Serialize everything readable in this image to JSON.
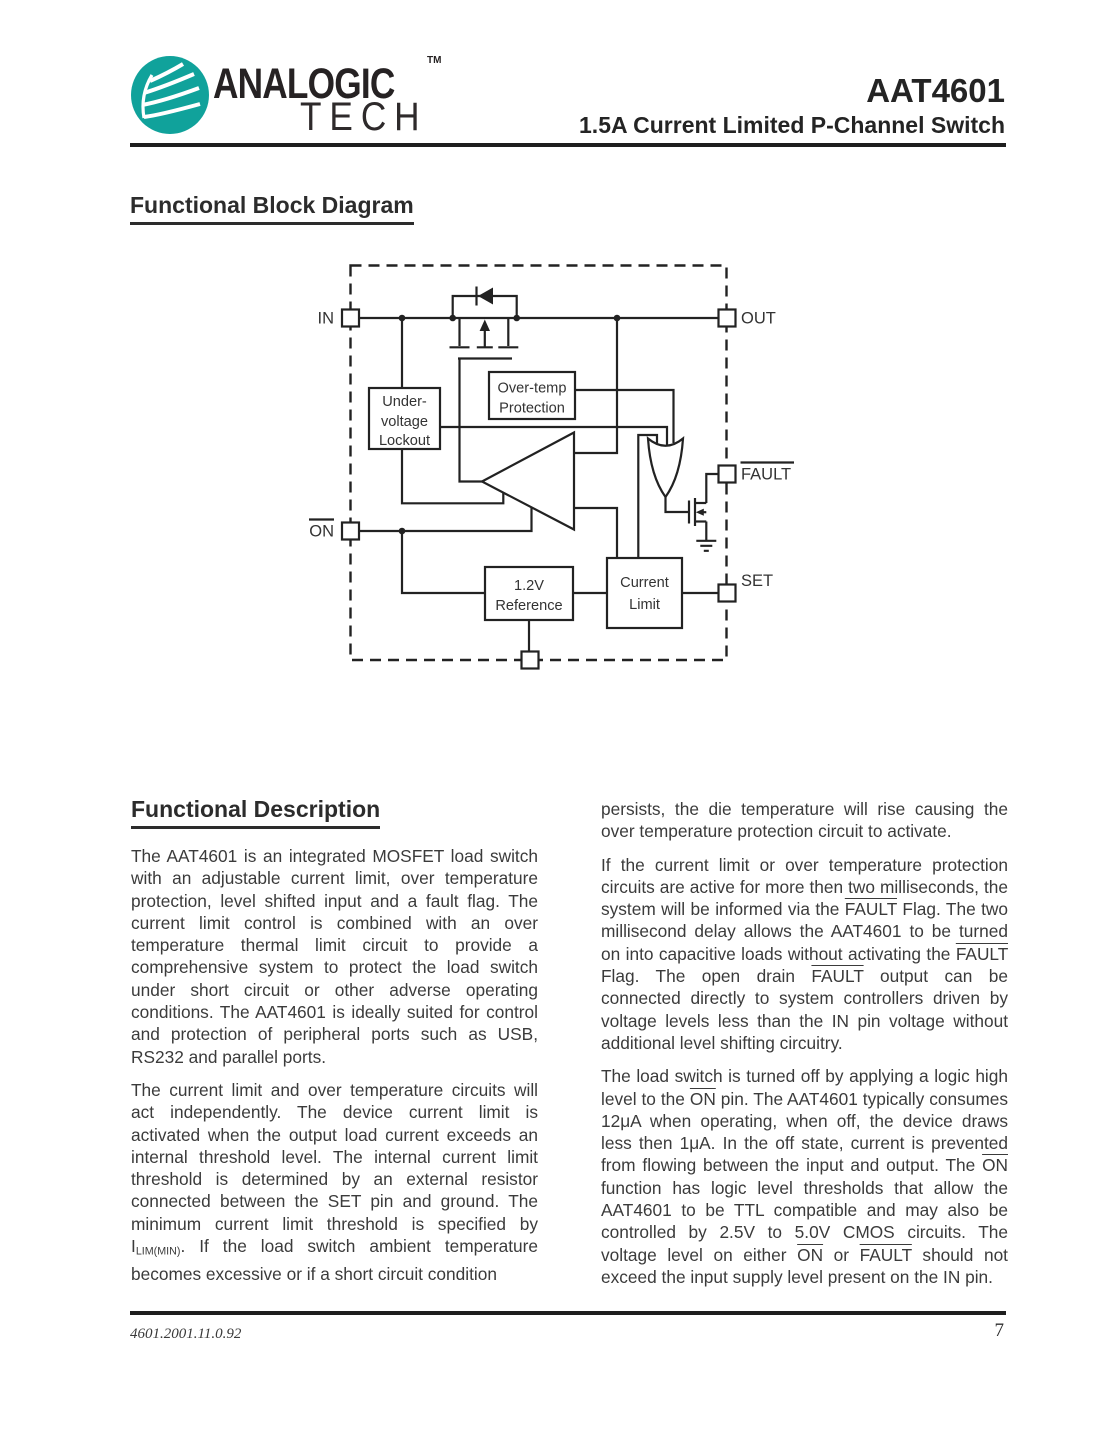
{
  "colors": {
    "brand_teal": "#10A29B",
    "ink": "#222222",
    "body_text": "#3b3b3b"
  },
  "header": {
    "logo": {
      "line1": "ANALOGIC",
      "line2": "TECH",
      "tm": "TM"
    },
    "part_number": "AAT4601",
    "subtitle": "1.5A Current Limited P-Channel Switch"
  },
  "block_diagram": {
    "title": "Functional Block Diagram",
    "pins": {
      "in": "IN",
      "out": "OUT",
      "on": "ON",
      "fault": "FAULT",
      "set": "SET"
    },
    "blocks": {
      "uvl": [
        "Under-",
        "voltage",
        "Lockout"
      ],
      "overtemp": [
        "Over-temp",
        "Protection"
      ],
      "reference": [
        "1.2V",
        "Reference"
      ],
      "current_limit": [
        "Current",
        "Limit"
      ]
    }
  },
  "description": {
    "title": "Functional Description",
    "columns": {
      "left": [
        [
          {
            "text": "The AAT4601 is an integrated MOSFET load switch with an adjustable current limit, over temperature protection, level shifted input and a fault flag.  The current limit control is combined with an over temperature thermal limit circuit to provide a comprehensive system to protect the load switch under short circuit or other adverse operating conditions.  The AAT4601 is ideally suited for control and protection of peripheral ports such as USB, RS232 and parallel ports."
          }
        ],
        [
          {
            "text": "The current limit and over temperature circuits will act independently.  The device current limit is activated when the output load current exceeds an internal threshold level.  The internal current limit threshold is determined by an external resistor connected between the SET pin and ground.  The minimum current limit threshold is specified by I"
          },
          {
            "text": "LIM(MIN)",
            "style": "sub"
          },
          {
            "text": ".  If the load switch ambient temperature becomes excessive or if a short circuit condition"
          }
        ]
      ],
      "right": [
        [
          {
            "text": "persists, the die temperature will rise causing the over temperature protection circuit to activate."
          }
        ],
        [
          {
            "text": "If the current limit or over temperature protection circuits are active for more then two milliseconds, the system will be informed via the "
          },
          {
            "text": "FAULT",
            "style": "overline"
          },
          {
            "text": " Flag.  The two millisecond delay allows the AAT4601 to be turned on into capacitive loads without activating the "
          },
          {
            "text": "FAULT",
            "style": "overline"
          },
          {
            "text": " Flag.  The open drain "
          },
          {
            "text": "FAULT",
            "style": "overline"
          },
          {
            "text": " output can be connected directly to system controllers driven by voltage levels less than the IN pin voltage without additional level shifting circuitry."
          }
        ],
        [
          {
            "text": "The load switch is turned off by applying a logic high level to the "
          },
          {
            "text": "ON",
            "style": "overline"
          },
          {
            "text": " pin.  The AAT4601 typically consumes 12μA when operating, when off, the device draws less then 1μA.  In the off state, current is prevented from flowing between the input and output.  The "
          },
          {
            "text": "ON",
            "style": "overline"
          },
          {
            "text": " function has logic level thresholds that allow the AAT4601 to be TTL compatible and may also be controlled by 2.5V to 5.0V CMOS circuits.  The voltage level on either "
          },
          {
            "text": "ON",
            "style": "overline"
          },
          {
            "text": " or "
          },
          {
            "text": "FAULT",
            "style": "overline"
          },
          {
            "text": " should not exceed the input supply level present on the IN pin."
          }
        ]
      ]
    }
  },
  "footer": {
    "doc_code": "4601.2001.11.0.92",
    "page_number": "7"
  }
}
